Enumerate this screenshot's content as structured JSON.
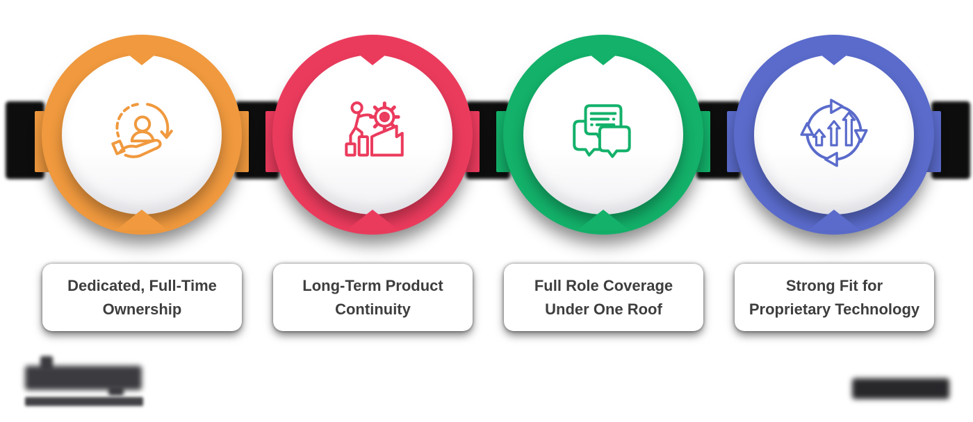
{
  "steps": [
    {
      "icon": "ownership-hand-user-icon",
      "color": "#F0993E",
      "label": "Dedicated, Full-Time Ownership",
      "lines": [
        "Dedicated, Full-Time",
        "Ownership"
      ]
    },
    {
      "icon": "career-growth-gear-icon",
      "color": "#EB3B5D",
      "label": "Long-Term Product Continuity",
      "lines": [
        "Long-Term Product",
        "Continuity"
      ]
    },
    {
      "icon": "chat-bubbles-icon",
      "color": "#13B16A",
      "label": "Full Role Coverage Under One Roof",
      "lines": [
        "Full Role Coverage",
        "Under One Roof"
      ]
    },
    {
      "icon": "growth-cycle-arrows-icon",
      "color": "#5A6BCB",
      "label": "Strong Fit for Proprietary Technology",
      "lines": [
        "Strong Fit for",
        "Proprietary Technology"
      ]
    }
  ],
  "connector_color": "#0d0d0d",
  "label_text_color": "#3E3E3E",
  "footer": {
    "left_logo": "blurred-wordmark-with-underline",
    "right_logo": "blurred-wordmark"
  }
}
